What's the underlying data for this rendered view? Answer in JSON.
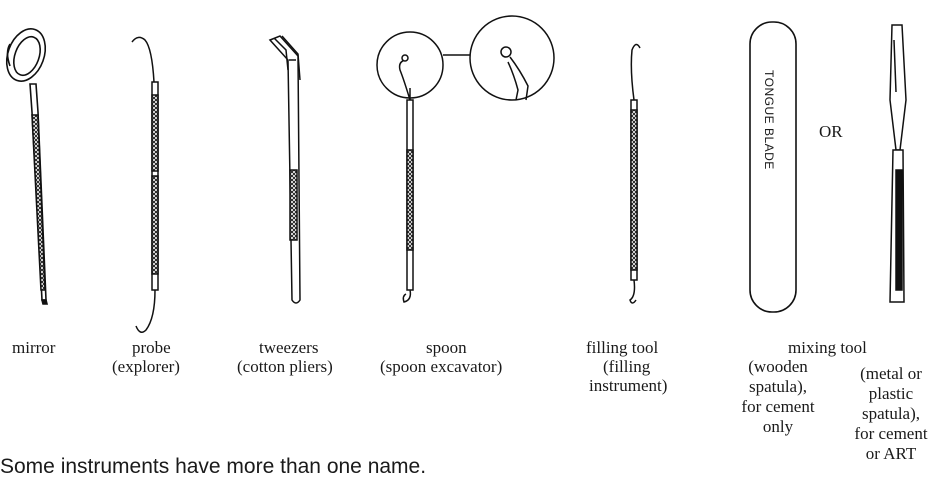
{
  "instruments": [
    {
      "id": "mirror",
      "name": "mirror",
      "alt": ""
    },
    {
      "id": "probe",
      "name": "probe",
      "alt": "(explorer)"
    },
    {
      "id": "tweezers",
      "name": "tweezers",
      "alt": "(cotton pliers)"
    },
    {
      "id": "spoon",
      "name": "spoon",
      "alt": "(spoon excavator)"
    },
    {
      "id": "filling_tool",
      "name": "filling tool",
      "alt_line1": "(filling",
      "alt_line2": "instrument)"
    }
  ],
  "mixing_tool": {
    "name": "mixing tool",
    "wooden": [
      "(wooden",
      "spatula),",
      "for cement",
      "only"
    ],
    "metal": [
      "(metal or",
      "plastic",
      "spatula),",
      "for cement",
      "or ART"
    ],
    "blade_text": "TONGUE BLADE",
    "or_text": "OR"
  },
  "note": "Some instruments have more than one name."
}
